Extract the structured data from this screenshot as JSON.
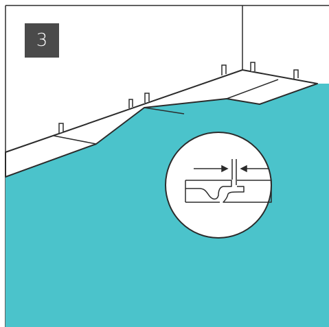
{
  "step": {
    "number": "3"
  },
  "colors": {
    "floor": "#4bc3cb",
    "line": "#2b2b2b",
    "badge_bg": "#4a4a4a",
    "badge_text": "#ffffff",
    "background": "#ffffff"
  },
  "icons": {
    "badge": "step-number-badge",
    "inset": "magnified-click-joint-inset",
    "spacer": "expansion-spacer-icon",
    "arrow": "arrow-icon"
  }
}
